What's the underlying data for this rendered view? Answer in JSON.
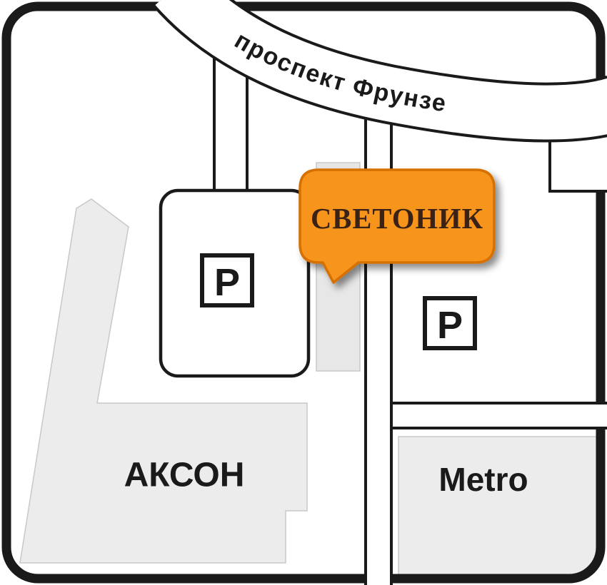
{
  "map": {
    "frame": {
      "background": "#ffffff",
      "stroke": "#1a1a1a"
    },
    "road": {
      "label": "проспект Фрунзе"
    },
    "callout": {
      "label": "СВЕТОНИК",
      "fill": "#F7941E",
      "border": "#D66F00",
      "text_color": "#3A2313"
    },
    "buildings": {
      "akson": {
        "label": "АКСОН",
        "fill": "#ececec"
      },
      "metro": {
        "label": "Metro",
        "fill": "#ececec"
      },
      "target": {
        "fill": "#e7e7e7"
      }
    },
    "parking": {
      "label": "P"
    }
  }
}
